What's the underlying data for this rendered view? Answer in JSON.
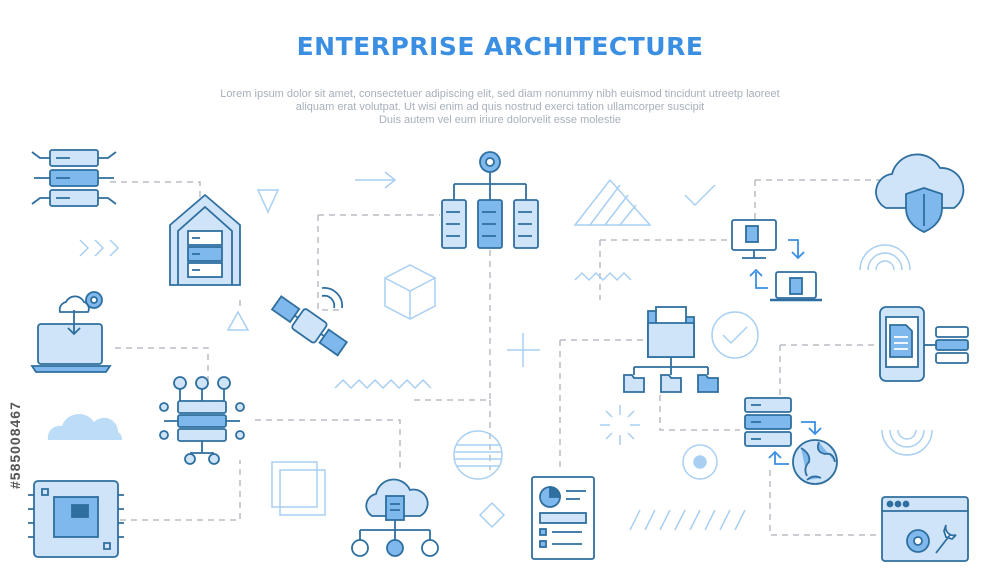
{
  "header": {
    "title": "ENTERPRISE ARCHITECTURE",
    "subtitle_lines": [
      "Lorem ipsum dolor sit amet, consectetuer adipiscing elit, sed diam nonummy nibh euismod tincidunt utreetp laoreet",
      "aliquam erat volutpat. Ut wisi enim ad  quis nostrud exerci tation ullamcorper suscipit",
      "Duis autem vel eum iriure dolorvelit esse molestie"
    ]
  },
  "watermark": "#585008467",
  "colors": {
    "accent": "#3b8fe3",
    "light": "#cfe4f8",
    "mid": "#7fb8ec",
    "outline": "#2f6f9f",
    "dash": "#b9bec5"
  },
  "icons": [
    "server-network-icon",
    "data-center-icon",
    "laptop-cloud-settings-icon",
    "satellite-icon",
    "server-hierarchy-icon",
    "cloud-shield-icon",
    "computer-laptop-sync-icon",
    "folder-hierarchy-icon",
    "mobile-server-icon",
    "server-globe-icon",
    "server-node-network-icon",
    "processor-chip-icon",
    "cloud-document-users-icon",
    "document-report-icon",
    "browser-settings-icon"
  ]
}
